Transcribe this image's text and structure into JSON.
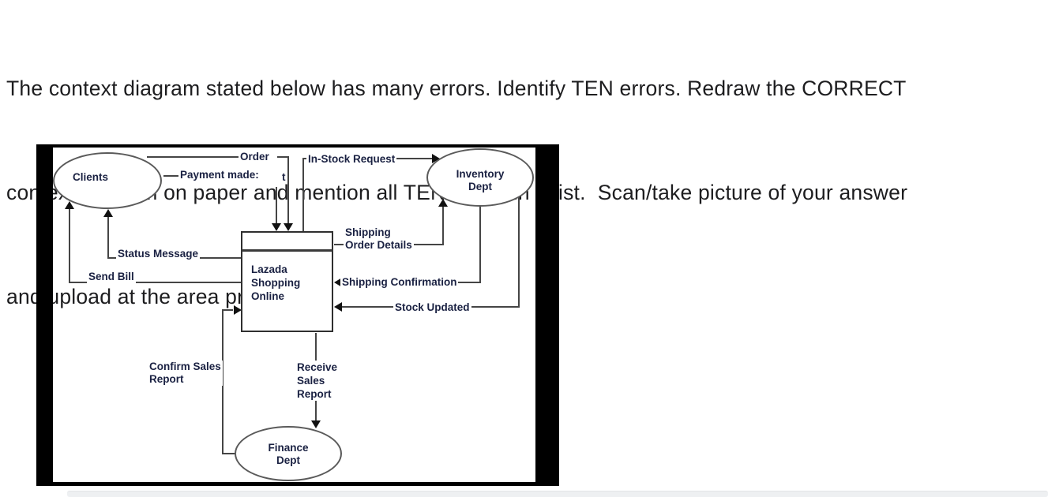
{
  "question": {
    "line1": "The context diagram stated below has many errors. Identify TEN errors. Redraw the CORRECT",
    "line2": "context diagram on paper and mention all TEN errors in a list.  Scan/take picture of your answer",
    "line3": "and upload at the area provided."
  },
  "diagram": {
    "entities": {
      "clients": {
        "label": "Clients"
      },
      "inventory": {
        "line1": "Inventory",
        "line2": "Dept"
      },
      "finance": {
        "line1": "Finance",
        "line2": "Dept"
      }
    },
    "process": {
      "line1": "Lazada",
      "line2": "Shopping",
      "line3": "Online"
    },
    "flow_labels": {
      "order": "Order",
      "payment_made": "Payment made:",
      "stray_mark": "t",
      "in_stock_request": "In-Stock Request",
      "shipping_order_details": {
        "line1": "Shipping",
        "line2": "Order Details"
      },
      "status_message": "Status Message",
      "send_bill": "Send Bill",
      "shipping_confirmation": "Shipping Confirmation",
      "stock_updated": "Stock Updated",
      "confirm_sales_report": {
        "line1": "Confirm Sales",
        "line2": "Report"
      },
      "receive_sales_report": {
        "line1": "Receive",
        "line2": "Sales",
        "line3": "Report"
      }
    },
    "colors": {
      "frame": "#000000",
      "line": "#454545",
      "label_text": "#1a2142",
      "ellipse_stroke": "#5a5a5a"
    }
  }
}
